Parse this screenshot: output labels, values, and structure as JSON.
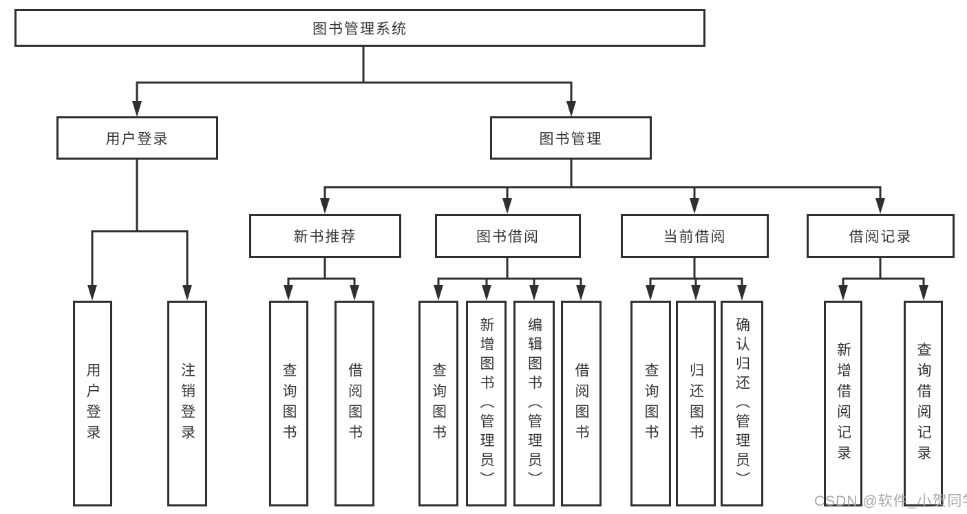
{
  "diagram": {
    "title": "图书管理系统",
    "root": {
      "label": "图书管理系统"
    },
    "level2": [
      {
        "label": "用户登录"
      },
      {
        "label": "图书管理"
      }
    ],
    "level3": [
      {
        "label": "新书推荐"
      },
      {
        "label": "图书借阅"
      },
      {
        "label": "当前借阅"
      },
      {
        "label": "借阅记录"
      }
    ],
    "leaves": [
      {
        "label": "用户登录",
        "parent": "用户登录"
      },
      {
        "label": "注销登录",
        "parent": "用户登录"
      },
      {
        "label": "查询图书",
        "parent": "新书推荐"
      },
      {
        "label": "借阅图书",
        "parent": "新书推荐"
      },
      {
        "label": "查询图书",
        "parent": "图书借阅"
      },
      {
        "label": "新增图书（管理员）",
        "parent": "图书借阅"
      },
      {
        "label": "编辑图书（管理员）",
        "parent": "图书借阅"
      },
      {
        "label": "借阅图书",
        "parent": "图书借阅"
      },
      {
        "label": "查询图书",
        "parent": "当前借阅"
      },
      {
        "label": "归还图书",
        "parent": "当前借阅"
      },
      {
        "label": "确认归还（管理员）",
        "parent": "当前借阅"
      },
      {
        "label": "新增借阅记录",
        "parent": "借阅记录"
      },
      {
        "label": "查询借阅记录",
        "parent": "借阅记录"
      }
    ],
    "watermark": "CSDN @软件_小贺同学",
    "colors": {
      "line": "#2f2f2f",
      "text": "#333333",
      "background": "#ffffff",
      "watermark": "#a2a2a2"
    }
  }
}
